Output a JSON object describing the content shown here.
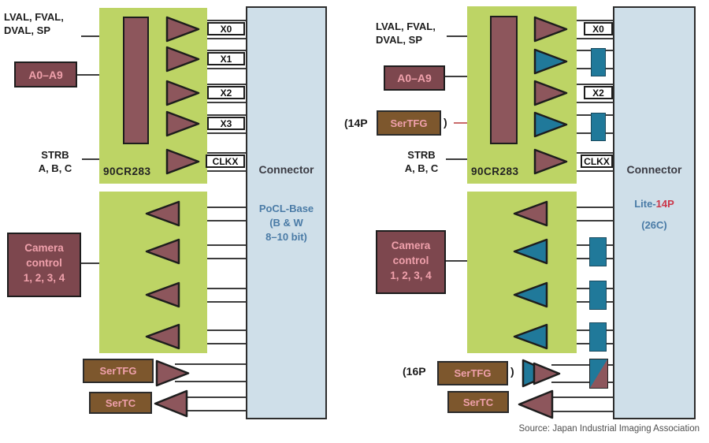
{
  "colors": {
    "green": "#bdd465",
    "maroon": "#8d565c",
    "maroon-dark": "#7d474e",
    "pink": "#efa0ab",
    "teal": "#20799a",
    "brown": "#7d572d",
    "connector-fill": "#cfdfe9",
    "line": "#3d3d3d",
    "redline": "#c96a6a",
    "blue-text": "#4a7ba6",
    "red-text": "#cb3649",
    "outline": "#1d1d1d"
  },
  "left": {
    "inputs": {
      "video_line1": "LVAL, FVAL,",
      "video_line2": "DVAL, SP",
      "address": "A0–A9",
      "strobe_line1": "STRB",
      "strobe_line2": "A, B, C"
    },
    "chip": "90CR283",
    "channels": [
      "X0",
      "X1",
      "X2",
      "X3",
      "CLKX"
    ],
    "camera_control": {
      "line1": "Camera",
      "line2": "control",
      "line3": "1, 2, 3, 4"
    },
    "sertfg": "SerTFG",
    "sertc": "SerTC",
    "connector": {
      "title": "Connector",
      "type_line1": "PoCL-Base",
      "type_line2": "(B & W",
      "type_line3": "8–10 bit)"
    }
  },
  "right": {
    "inputs": {
      "video_line1": "LVAL, FVAL,",
      "video_line2": "DVAL, SP",
      "address": "A0–A9",
      "strobe_line1": "STRB",
      "strobe_line2": "A, B, C"
    },
    "chip": "90CR283",
    "channels": [
      "X0",
      "X2",
      "CLKX"
    ],
    "camera_control": {
      "line1": "Camera",
      "line2": "control",
      "line3": "1, 2, 3, 4"
    },
    "sertfg": "SerTFG",
    "sertfg_prefix": "(14P",
    "sertfg_suffix": ")",
    "sertfg2_prefix": "(16P",
    "sertfg2_suffix": ")",
    "sertc": "SerTC",
    "connector": {
      "title": "Connector",
      "type_blue": "Lite-",
      "type_red": "14P",
      "type_line2": "(26C)"
    }
  },
  "source": "Source: Japan Industrial Imaging Association"
}
